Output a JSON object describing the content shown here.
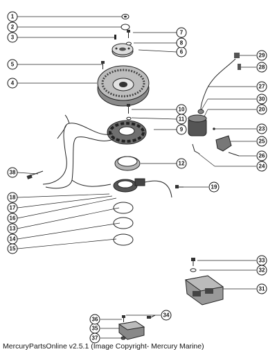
{
  "diagram": {
    "callouts": [
      {
        "id": "1",
        "label": "1"
      },
      {
        "id": "2",
        "label": "2"
      },
      {
        "id": "3",
        "label": "3"
      },
      {
        "id": "4",
        "label": "4"
      },
      {
        "id": "5",
        "label": "5"
      },
      {
        "id": "6",
        "label": "6"
      },
      {
        "id": "7",
        "label": "7"
      },
      {
        "id": "8",
        "label": "8"
      },
      {
        "id": "9",
        "label": "9"
      },
      {
        "id": "10",
        "label": "10"
      },
      {
        "id": "11",
        "label": "11"
      },
      {
        "id": "12",
        "label": "12"
      },
      {
        "id": "13",
        "label": "13"
      },
      {
        "id": "14",
        "label": "14"
      },
      {
        "id": "15",
        "label": "15"
      },
      {
        "id": "16",
        "label": "16"
      },
      {
        "id": "17",
        "label": "17"
      },
      {
        "id": "18",
        "label": "18"
      },
      {
        "id": "19",
        "label": "19"
      },
      {
        "id": "20",
        "label": "20"
      },
      {
        "id": "23",
        "label": "23"
      },
      {
        "id": "24",
        "label": "24"
      },
      {
        "id": "25",
        "label": "25"
      },
      {
        "id": "26",
        "label": "26"
      },
      {
        "id": "27",
        "label": "27"
      },
      {
        "id": "28",
        "label": "28"
      },
      {
        "id": "29",
        "label": "29"
      },
      {
        "id": "30",
        "label": "30"
      },
      {
        "id": "31",
        "label": "31"
      },
      {
        "id": "32",
        "label": "32"
      },
      {
        "id": "33",
        "label": "33"
      },
      {
        "id": "34",
        "label": "34"
      },
      {
        "id": "35",
        "label": "35"
      },
      {
        "id": "36",
        "label": "36"
      },
      {
        "id": "37",
        "label": "37"
      },
      {
        "id": "38",
        "label": "38"
      }
    ]
  },
  "footer": {
    "text": "MercuryPartsOnline v2.5.1 (Image Copyright- Mercury Marine)"
  }
}
